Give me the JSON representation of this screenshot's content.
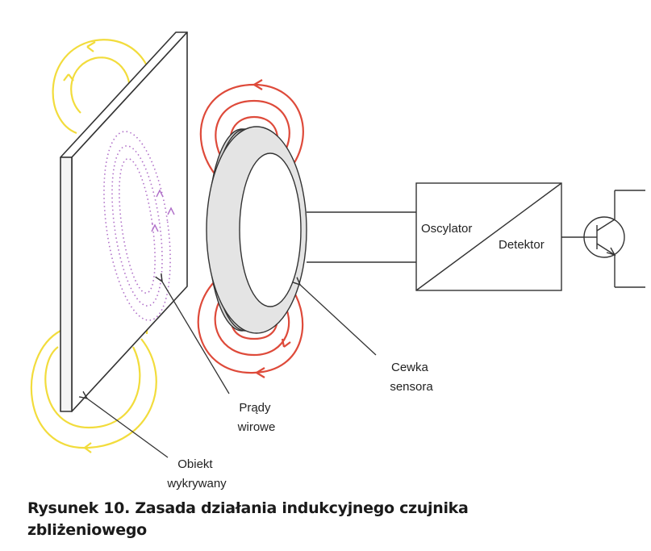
{
  "labels": {
    "oscylator": "Oscylator",
    "detektor": "Detektor",
    "cewka_line1": "Cewka",
    "cewka_line2": "sensora",
    "prady_line1": "Prądy",
    "prady_line2": "wirowe",
    "obiekt_line1": "Obiekt",
    "obiekt_line2": "wykrywany"
  },
  "caption": "Rysunek 10. Zasada działania indukcyjnego czujnika zbliżeniowego",
  "colors": {
    "target_field": "#f2dc3c",
    "sensor_field": "#de4a3a",
    "eddy_current": "#b070c8",
    "outline": "#333333",
    "coil_face": "#e4e4e4"
  }
}
